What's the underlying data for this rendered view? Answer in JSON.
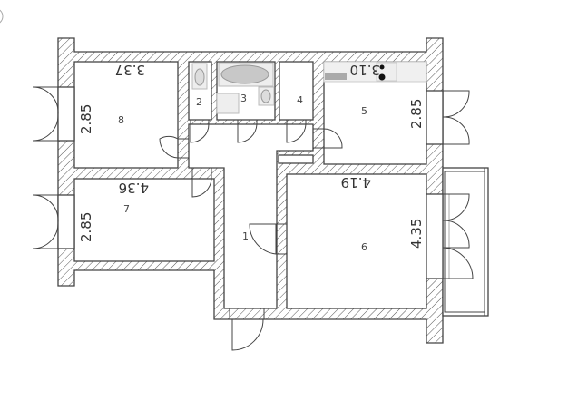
{
  "rooms": [
    {
      "id": "1"
    },
    {
      "id": "2"
    },
    {
      "id": "3"
    },
    {
      "id": "4"
    },
    {
      "id": "5"
    },
    {
      "id": "6"
    },
    {
      "id": "7"
    },
    {
      "id": "8"
    }
  ],
  "dimensions": {
    "room8_width": "3.37",
    "room8_height": "2.85",
    "room7_width": "4.36",
    "room7_height": "2.85",
    "room5_width": "3.10",
    "room5_height": "2.85",
    "room6_width": "4.19",
    "room6_height": "4.35"
  },
  "colors": {
    "wall": "#444444",
    "hatch": "#555555"
  }
}
